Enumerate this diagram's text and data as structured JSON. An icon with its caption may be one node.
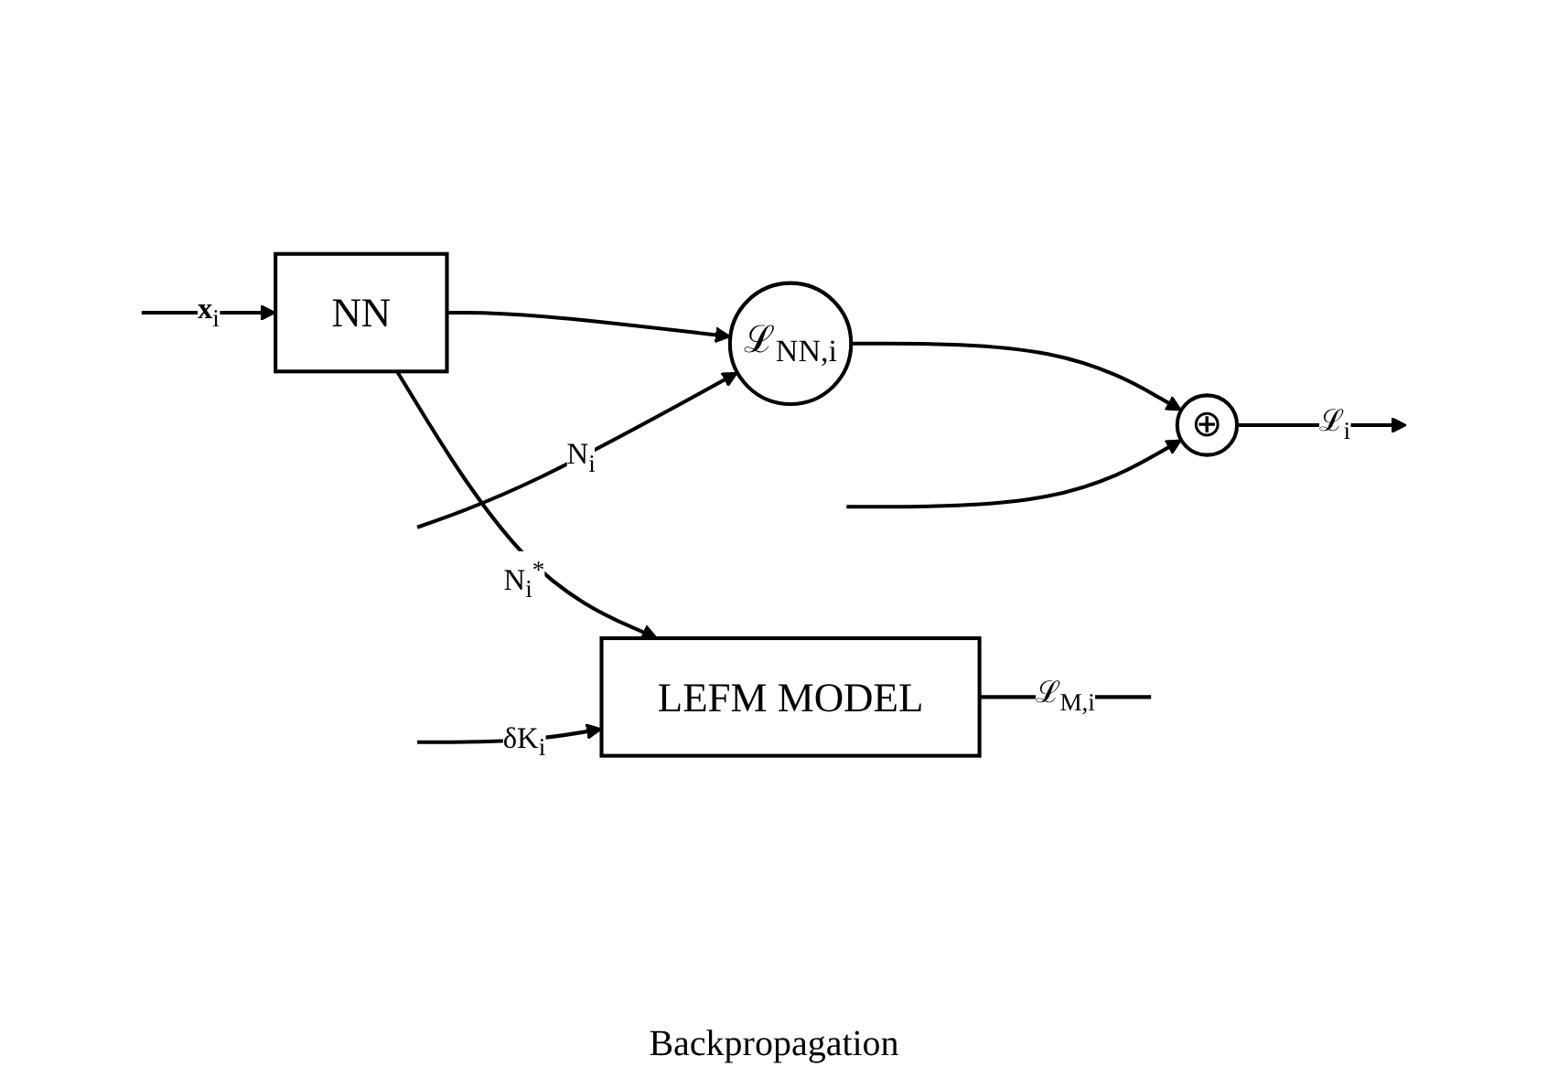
{
  "diagram": {
    "nodes": [
      {
        "text": [
          "NN"
        ]
      },
      {
        "text": [
          "LEFM MODEL"
        ]
      },
      {
        "text": [
          "ℒ$_{NN,i}$"
        ]
      },
      {
        "text": [
          "⊕"
        ]
      }
    ],
    "edges": [
      {
        "from": null,
        "to": 0,
        "arrow": "to",
        "label": "**x**$_{i}$"
      },
      {
        "from": 0,
        "to": 1,
        "arrow": "to",
        "label": "N$_{i}$$^{*}$"
      },
      {
        "from": null,
        "to": 1,
        "arrow": "to",
        "label": "δK$_{i}$"
      },
      {
        "from": 1,
        "to": null,
        "arrow": "none",
        "label": "ℒ$_{M,i}$"
      },
      {
        "from": 0,
        "to": 2,
        "arrow": "to"
      },
      {
        "from": null,
        "to": 2,
        "arrow": "to",
        "label": "N$_{i}$"
      },
      {
        "from": 2,
        "to": 3,
        "arrow": "to"
      },
      {
        "from": null,
        "to": 3,
        "arrow": "to"
      },
      {
        "from": 3,
        "to": null,
        "arrow": "to",
        "label": "ℒ$_{i}$"
      }
    ],
    "labels": [
      "Backpropagation"
    ]
  }
}
